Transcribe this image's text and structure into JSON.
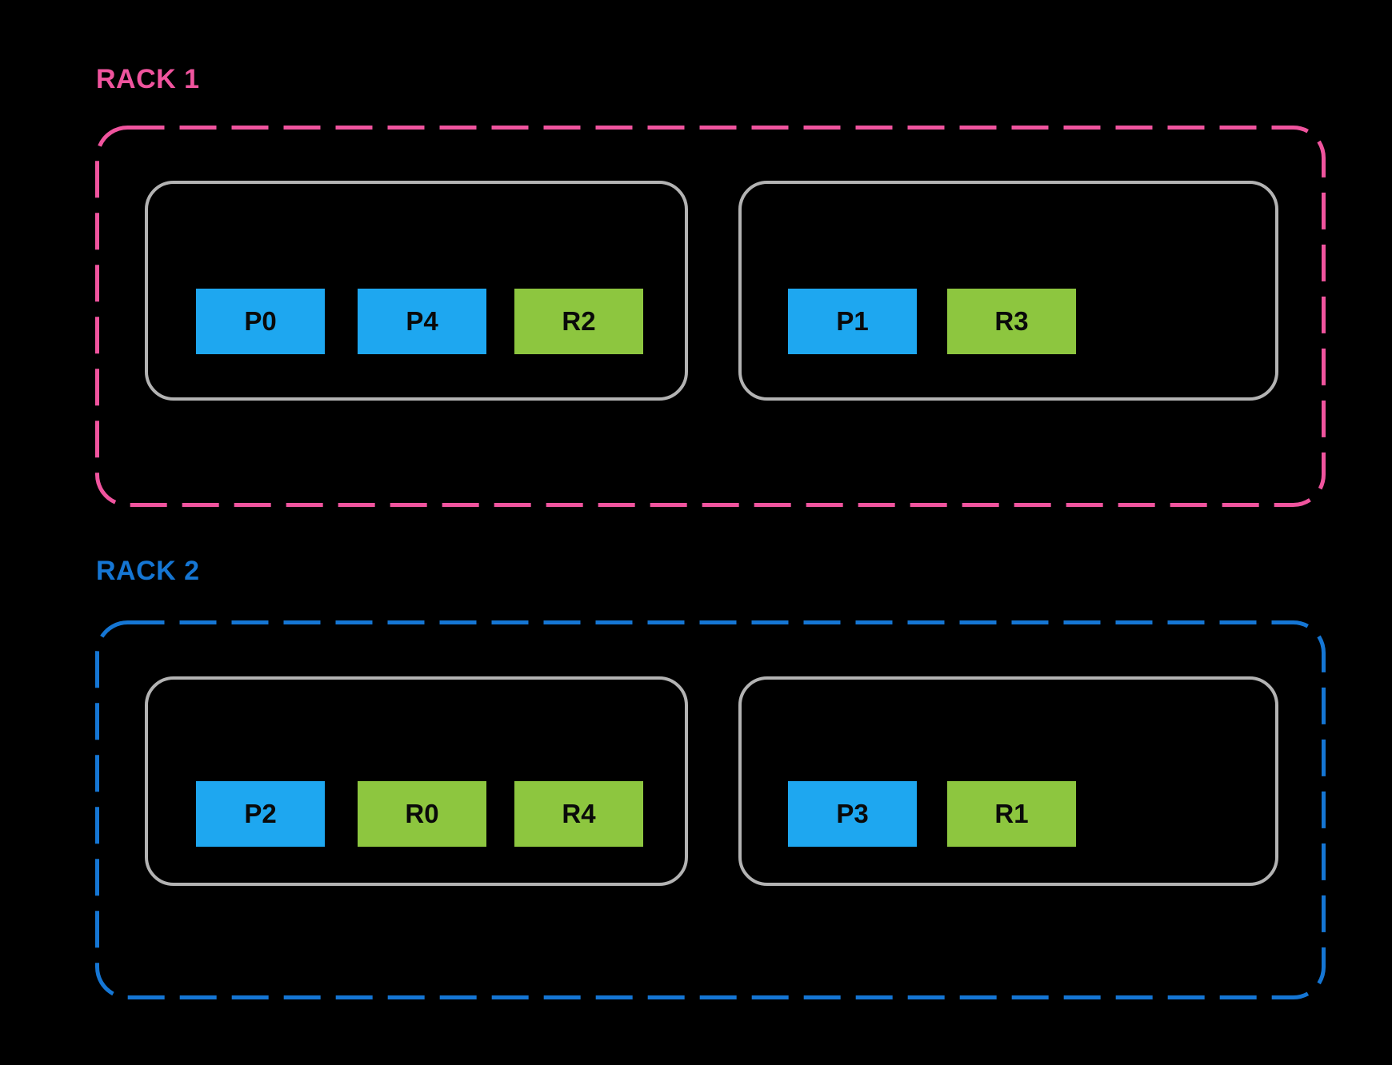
{
  "colors": {
    "background": "#000000",
    "blue_block": "#1EA7F0",
    "green_block": "#8DC63F",
    "rack1_accent": "#F0549E",
    "rack2_accent": "#1576D4",
    "host_border": "#B3B3B3",
    "block_text": "#0A0A0A"
  },
  "racks": [
    {
      "label": "RACK 1",
      "accent": "#F0549E",
      "hosts": [
        {
          "blocks": [
            {
              "label": "P0",
              "color": "blue"
            },
            {
              "label": "P4",
              "color": "blue"
            },
            {
              "label": "R2",
              "color": "green"
            }
          ]
        },
        {
          "blocks": [
            {
              "label": "P1",
              "color": "blue"
            },
            {
              "label": "R3",
              "color": "green"
            }
          ]
        }
      ]
    },
    {
      "label": "RACK 2",
      "accent": "#1576D4",
      "hosts": [
        {
          "blocks": [
            {
              "label": "P2",
              "color": "blue"
            },
            {
              "label": "R0",
              "color": "green"
            },
            {
              "label": "R4",
              "color": "green"
            }
          ]
        },
        {
          "blocks": [
            {
              "label": "P3",
              "color": "blue"
            },
            {
              "label": "R1",
              "color": "green"
            }
          ]
        }
      ]
    }
  ]
}
